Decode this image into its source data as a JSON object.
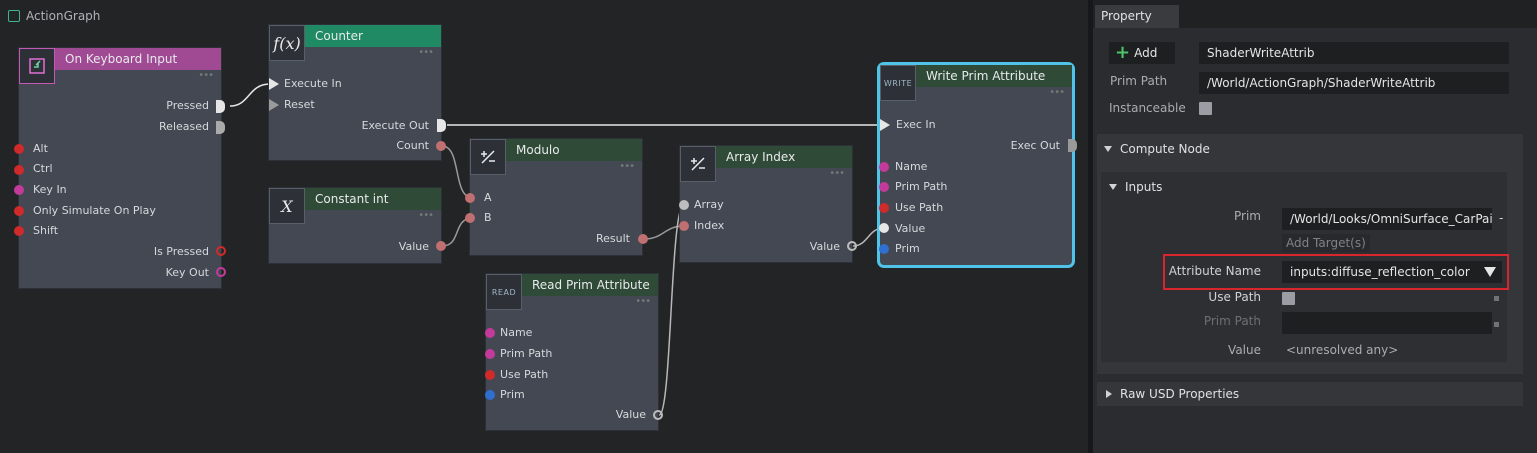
{
  "graph": {
    "title": "ActionGraph",
    "nodes": {
      "keyboard": {
        "title": "On Keyboard Input",
        "outputs": [
          "Pressed",
          "Released"
        ],
        "inputs": [
          "Alt",
          "Ctrl",
          "Key In",
          "Only Simulate On Play",
          "Shift"
        ],
        "bottom_outputs": [
          "Is Pressed",
          "Key Out"
        ]
      },
      "counter": {
        "title": "Counter",
        "icon": "f(x)",
        "inputs": [
          "Execute In",
          "Reset"
        ],
        "outputs": [
          "Execute Out",
          "Count"
        ]
      },
      "constant": {
        "title": "Constant int",
        "icon": "X",
        "outputs": [
          "Value"
        ]
      },
      "modulo": {
        "title": "Modulo",
        "inputs": [
          "A",
          "B"
        ],
        "outputs": [
          "Result"
        ]
      },
      "array_index": {
        "title": "Array Index",
        "inputs": [
          "Array",
          "Index"
        ],
        "outputs": [
          "Value"
        ]
      },
      "read_prim": {
        "title": "Read Prim Attribute",
        "icon": "READ",
        "inputs": [
          "Name",
          "Prim Path",
          "Use Path",
          "Prim"
        ],
        "outputs": [
          "Value"
        ]
      },
      "write_prim": {
        "title": "Write Prim Attribute",
        "icon": "WRITE",
        "inputs": [
          "Exec In",
          "Name",
          "Prim Path",
          "Use Path",
          "Value",
          "Prim"
        ],
        "outputs": [
          "Exec Out"
        ]
      }
    },
    "colors": {
      "keyboard_header": "#a04a94",
      "counter_header": "#1f8a63",
      "modulo_header": "#2f4a36",
      "selected_outline": "#4fc3e8",
      "bool_pin": "#d12a2a",
      "token_pin": "#c33a9a",
      "path_pin": "#c33a9a",
      "prim_pin": "#2f6fd0",
      "int_pin": "#c07070"
    }
  },
  "panel": {
    "tab": "Property",
    "add_label": "Add",
    "node_name": "ShaderWriteAttrib",
    "prim_path_label": "Prim Path",
    "prim_path_value": "/World/ActionGraph/ShaderWriteAttrib",
    "instanceable_label": "Instanceable",
    "compute_node": "Compute Node",
    "inputs_section": "Inputs",
    "prim_label": "Prim",
    "prim_value": "/World/Looks/OmniSurface_CarPain",
    "prim_extra": "-",
    "add_targets": "Add Target(s)",
    "attribute_name_label": "Attribute Name",
    "attribute_name_value": "inputs:diffuse_reflection_color",
    "use_path_label": "Use Path",
    "prim_path2_label": "Prim Path",
    "value_label": "Value",
    "value_value": "<unresolved any>",
    "raw_usd": "Raw USD Properties",
    "highlight_color": "#d9262c"
  }
}
